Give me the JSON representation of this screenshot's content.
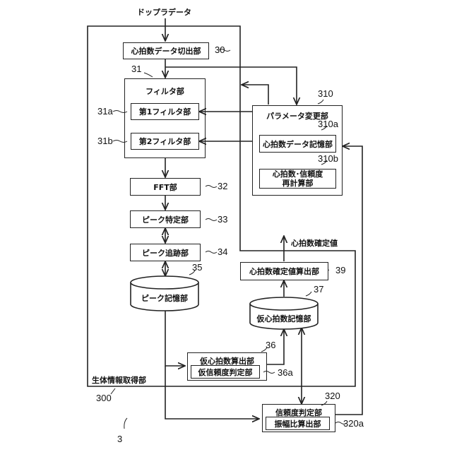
{
  "input_label": "ドップラデータ",
  "output_label": "心拍数確定値",
  "system": {
    "label": "生体情報取得部",
    "ref": "300"
  },
  "figure_ref": "3",
  "blocks": {
    "b30": {
      "label": "心拍数データ切出部",
      "ref": "30"
    },
    "b31": {
      "label": "フィルタ部",
      "ref": "31"
    },
    "b31a": {
      "label": "第1フィルタ部",
      "ref": "31a"
    },
    "b31b": {
      "label": "第2フィルタ部",
      "ref": "31b"
    },
    "b32": {
      "label": "FFT部",
      "ref": "32"
    },
    "b33": {
      "label": "ピーク特定部",
      "ref": "33"
    },
    "b34": {
      "label": "ピーク追跡部",
      "ref": "34"
    },
    "b35": {
      "label": "ピーク記憶部",
      "ref": "35"
    },
    "b36": {
      "label": "仮心拍数算出部",
      "ref": "36"
    },
    "b36a": {
      "label": "仮信頼度判定部",
      "ref": "36a"
    },
    "b37": {
      "label": "仮心拍数記憶部",
      "ref": "37"
    },
    "b39": {
      "label": "心拍数確定値算出部",
      "ref": "39"
    },
    "b310": {
      "label": "パラメータ変更部",
      "ref": "310"
    },
    "b310a": {
      "label": "心拍数データ記憶部",
      "ref": "310a"
    },
    "b310b": {
      "label_line1": "心拍数･信頼度",
      "label_line2": "再計算部",
      "ref": "310b"
    },
    "b320": {
      "label": "信頼度判定部",
      "ref": "320"
    },
    "b320a": {
      "label": "振幅比算出部",
      "ref": "320a"
    }
  }
}
